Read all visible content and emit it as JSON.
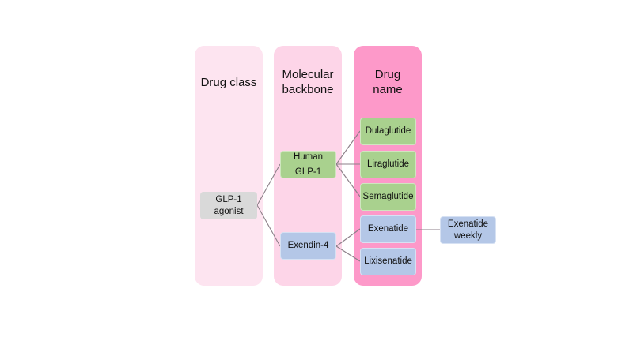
{
  "columns": [
    {
      "title": "Drug class",
      "color": "#fde4f0"
    },
    {
      "title": "Molecular backbone",
      "color": "#fdd5e8"
    },
    {
      "title": "Drug name",
      "color": "#fd99c9"
    }
  ],
  "nodes": {
    "glp1_agonist": "GLP-1 agonist",
    "human_glp1": "Human GLP-1",
    "exendin4": "Exendin-4",
    "dulaglutide": "Dulaglutide",
    "liraglutide": "Liraglutide",
    "semaglutide": "Semaglutide",
    "exenatide": "Exenatide",
    "lixisenatide": "Lixisenatide",
    "exenatide_weekly": "Exenatide weekly"
  },
  "colors": {
    "human_backbone": "#a9d18e",
    "exendin_backbone": "#b4c7e7",
    "class_node": "#d9d9d9",
    "connector": "#8c7f88"
  }
}
